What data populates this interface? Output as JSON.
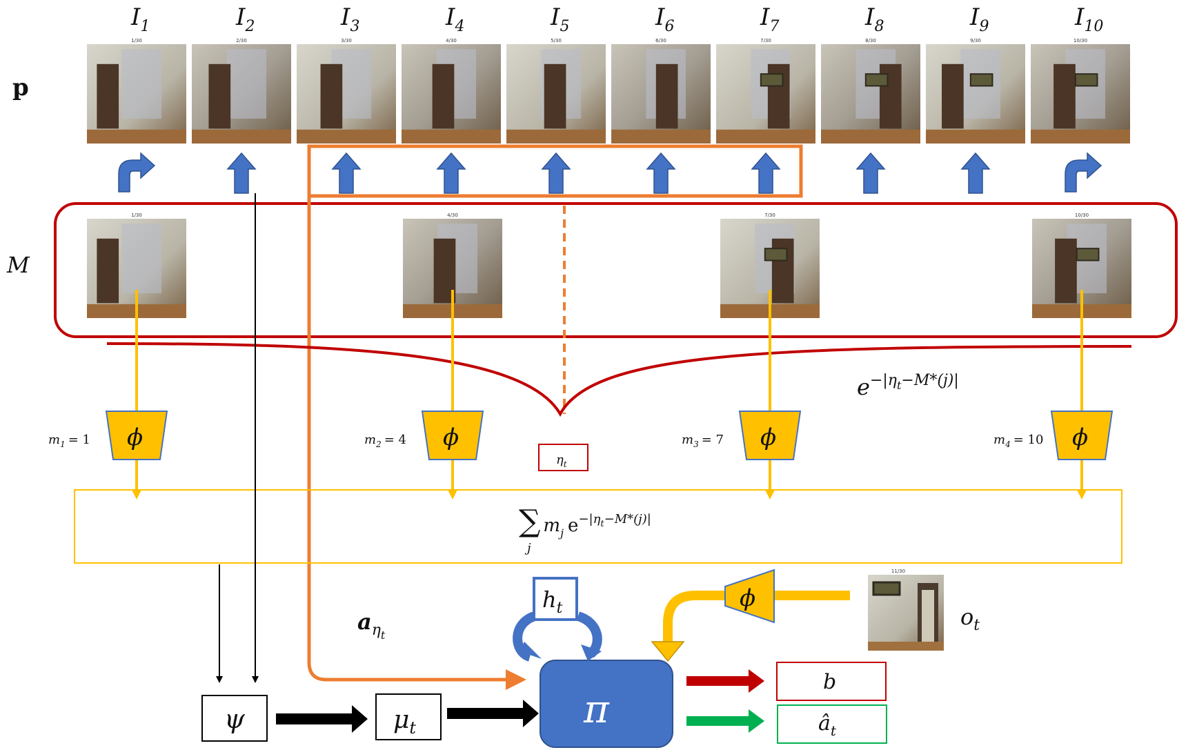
{
  "sequence": {
    "row_label": "p",
    "frames": [
      {
        "label": "I",
        "sub": "1",
        "caption": "1/30",
        "action": "turn-right"
      },
      {
        "label": "I",
        "sub": "2",
        "caption": "2/30",
        "action": "forward"
      },
      {
        "label": "I",
        "sub": "3",
        "caption": "3/30",
        "action": "forward"
      },
      {
        "label": "I",
        "sub": "4",
        "caption": "4/30",
        "action": "forward"
      },
      {
        "label": "I",
        "sub": "5",
        "caption": "5/30",
        "action": "forward"
      },
      {
        "label": "I",
        "sub": "6",
        "caption": "6/30",
        "action": "forward"
      },
      {
        "label": "I",
        "sub": "7",
        "caption": "7/30",
        "action": "forward"
      },
      {
        "label": "I",
        "sub": "8",
        "caption": "8/30",
        "action": "forward"
      },
      {
        "label": "I",
        "sub": "9",
        "caption": "9/30",
        "action": "forward"
      },
      {
        "label": "I",
        "sub": "10",
        "caption": "10/30",
        "action": "turn-right"
      }
    ]
  },
  "memory": {
    "label": "M",
    "items": [
      {
        "caption": "1/30",
        "m_label": "m",
        "m_sub": "1",
        "m_value": "= 1"
      },
      {
        "caption": "4/30",
        "m_label": "m",
        "m_sub": "2",
        "m_value": "= 4"
      },
      {
        "caption": "7/30",
        "m_label": "m",
        "m_sub": "3",
        "m_value": "= 7"
      },
      {
        "caption": "10/30",
        "m_label": "m",
        "m_sub": "4",
        "m_value": "= 10"
      }
    ],
    "encoder_symbol": "ϕ"
  },
  "attention": {
    "formula_base": "e",
    "formula_exp": "−|η",
    "formula_exp_sub": "t",
    "formula_exp_tail": "−M*(j)|",
    "eta_label": "η",
    "eta_sub": "t"
  },
  "aggregation": {
    "sum_symbol": "∑",
    "sum_index": "j",
    "term": "m",
    "term_sub": "j",
    "exp_base": "e",
    "exp_text": "−|η",
    "exp_sub": "t",
    "exp_tail": "−M*(j)|"
  },
  "policy": {
    "psi": "ψ",
    "mu": "μ",
    "mu_sub": "t",
    "pi": "π",
    "hidden": "h",
    "hidden_sub": "t",
    "action_label": "a",
    "action_sub": "η",
    "action_sub2": "t",
    "obs_label": "o",
    "obs_sub": "t",
    "obs_caption": "11/30",
    "obs_encoder": "ϕ",
    "output_b": "b",
    "output_a": "â",
    "output_a_sub": "t"
  },
  "colors": {
    "blue": "#4472c4",
    "orange": "#ed7d31",
    "dark_red": "#c00000",
    "gold": "#ffc000",
    "green": "#00b050",
    "black": "#000000"
  }
}
